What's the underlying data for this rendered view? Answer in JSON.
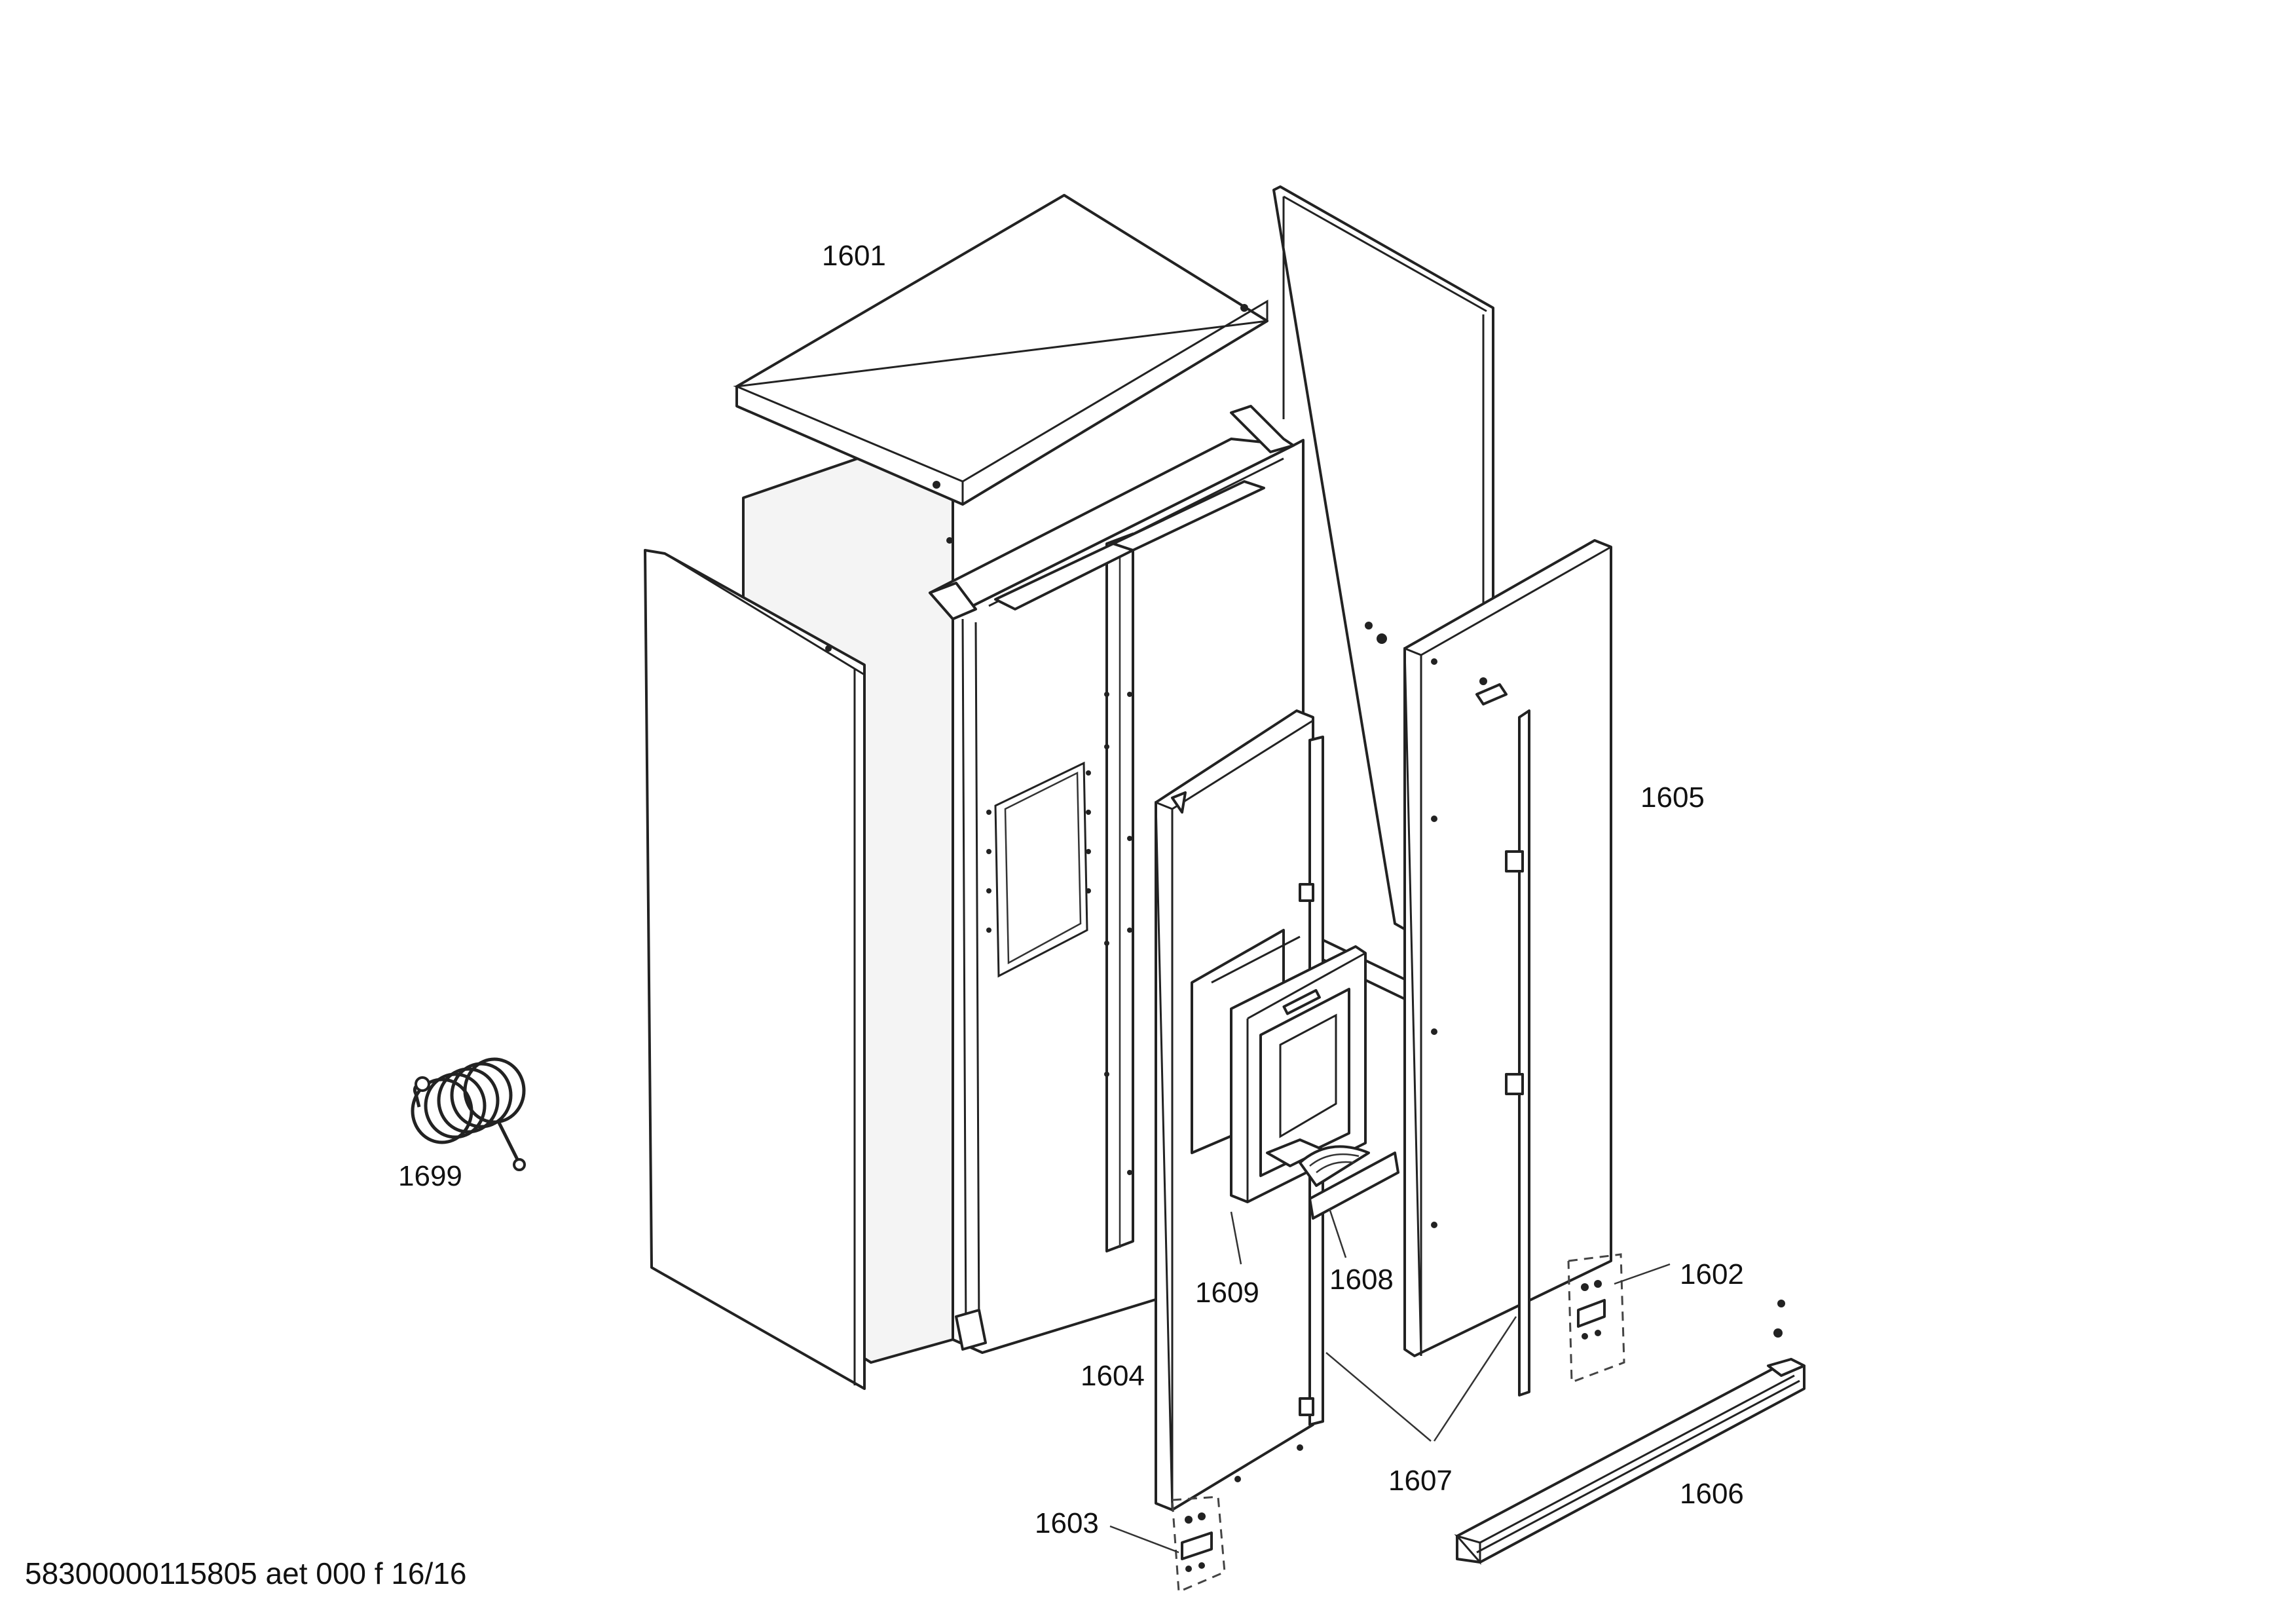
{
  "diagram": {
    "type": "exploded-parts-view",
    "part_labels": [
      "1601",
      "1605",
      "1699",
      "1609",
      "1608",
      "1602",
      "1604",
      "1607",
      "1603",
      "1606"
    ],
    "footer": "58300000115805 aet 000 f 16/16"
  }
}
